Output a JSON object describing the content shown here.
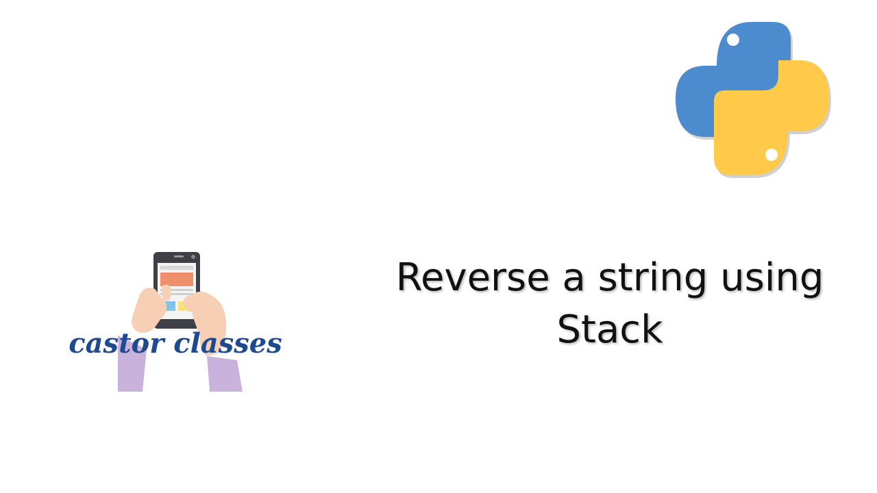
{
  "slide": {
    "title_line_1": "Reverse a string using",
    "title_line_2": "Stack"
  },
  "brand": {
    "name": "castor classes",
    "text_color": "#1f4a8f"
  },
  "icons": {
    "python_logo": "python-logo-icon",
    "brand_art": "phone-in-hands-icon"
  },
  "colors": {
    "python_blue": "#4b8bce",
    "python_yellow": "#ffc94a",
    "title_text": "#111111",
    "background": "#ffffff"
  }
}
